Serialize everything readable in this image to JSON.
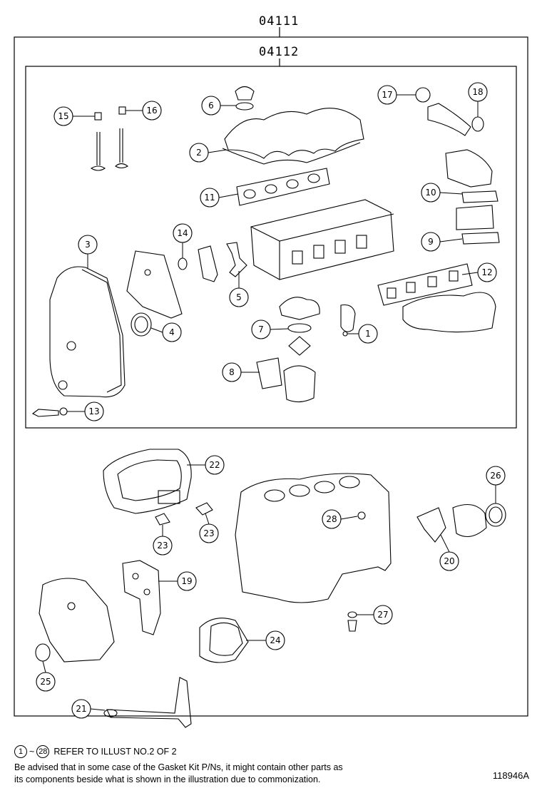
{
  "kit_codes": {
    "outer": "04111",
    "inner": "04112"
  },
  "callouts": [
    "1",
    "2",
    "3",
    "4",
    "5",
    "6",
    "7",
    "8",
    "9",
    "10",
    "11",
    "12",
    "13",
    "14",
    "15",
    "16",
    "17",
    "18",
    "19",
    "20",
    "21",
    "22",
    "23",
    "24",
    "25",
    "26",
    "27",
    "28"
  ],
  "footer": {
    "ref_start": "1",
    "ref_tilde": "~",
    "ref_end": "28",
    "ref_text": "REFER TO ILLUST NO.2 OF 2",
    "advice_line1": "Be advised that in some case of the Gasket Kit P/Ns,  it might contain other parts as",
    "advice_line2": "its components beside what is shown in the illustration due to commonization.",
    "illustration_id": "118946A"
  },
  "colors": {
    "line": "#000000",
    "background": "#ffffff"
  }
}
